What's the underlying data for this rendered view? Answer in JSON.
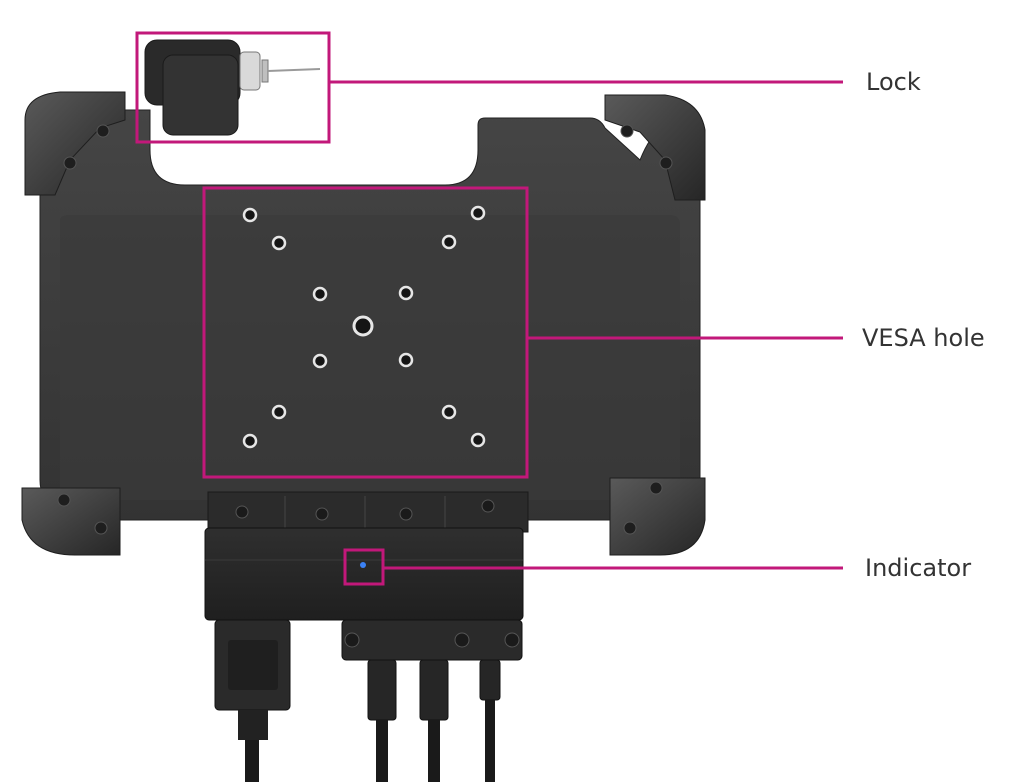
{
  "callouts": {
    "lock": "Lock",
    "vesa_hole": "VESA hole",
    "indicator": "Indicator"
  },
  "colors": {
    "highlight": "#c2187a",
    "device_body": "#3a3a3a",
    "device_dark": "#262626",
    "bumper": "#2c2c2c",
    "indicator_led": "#3b82f6"
  }
}
